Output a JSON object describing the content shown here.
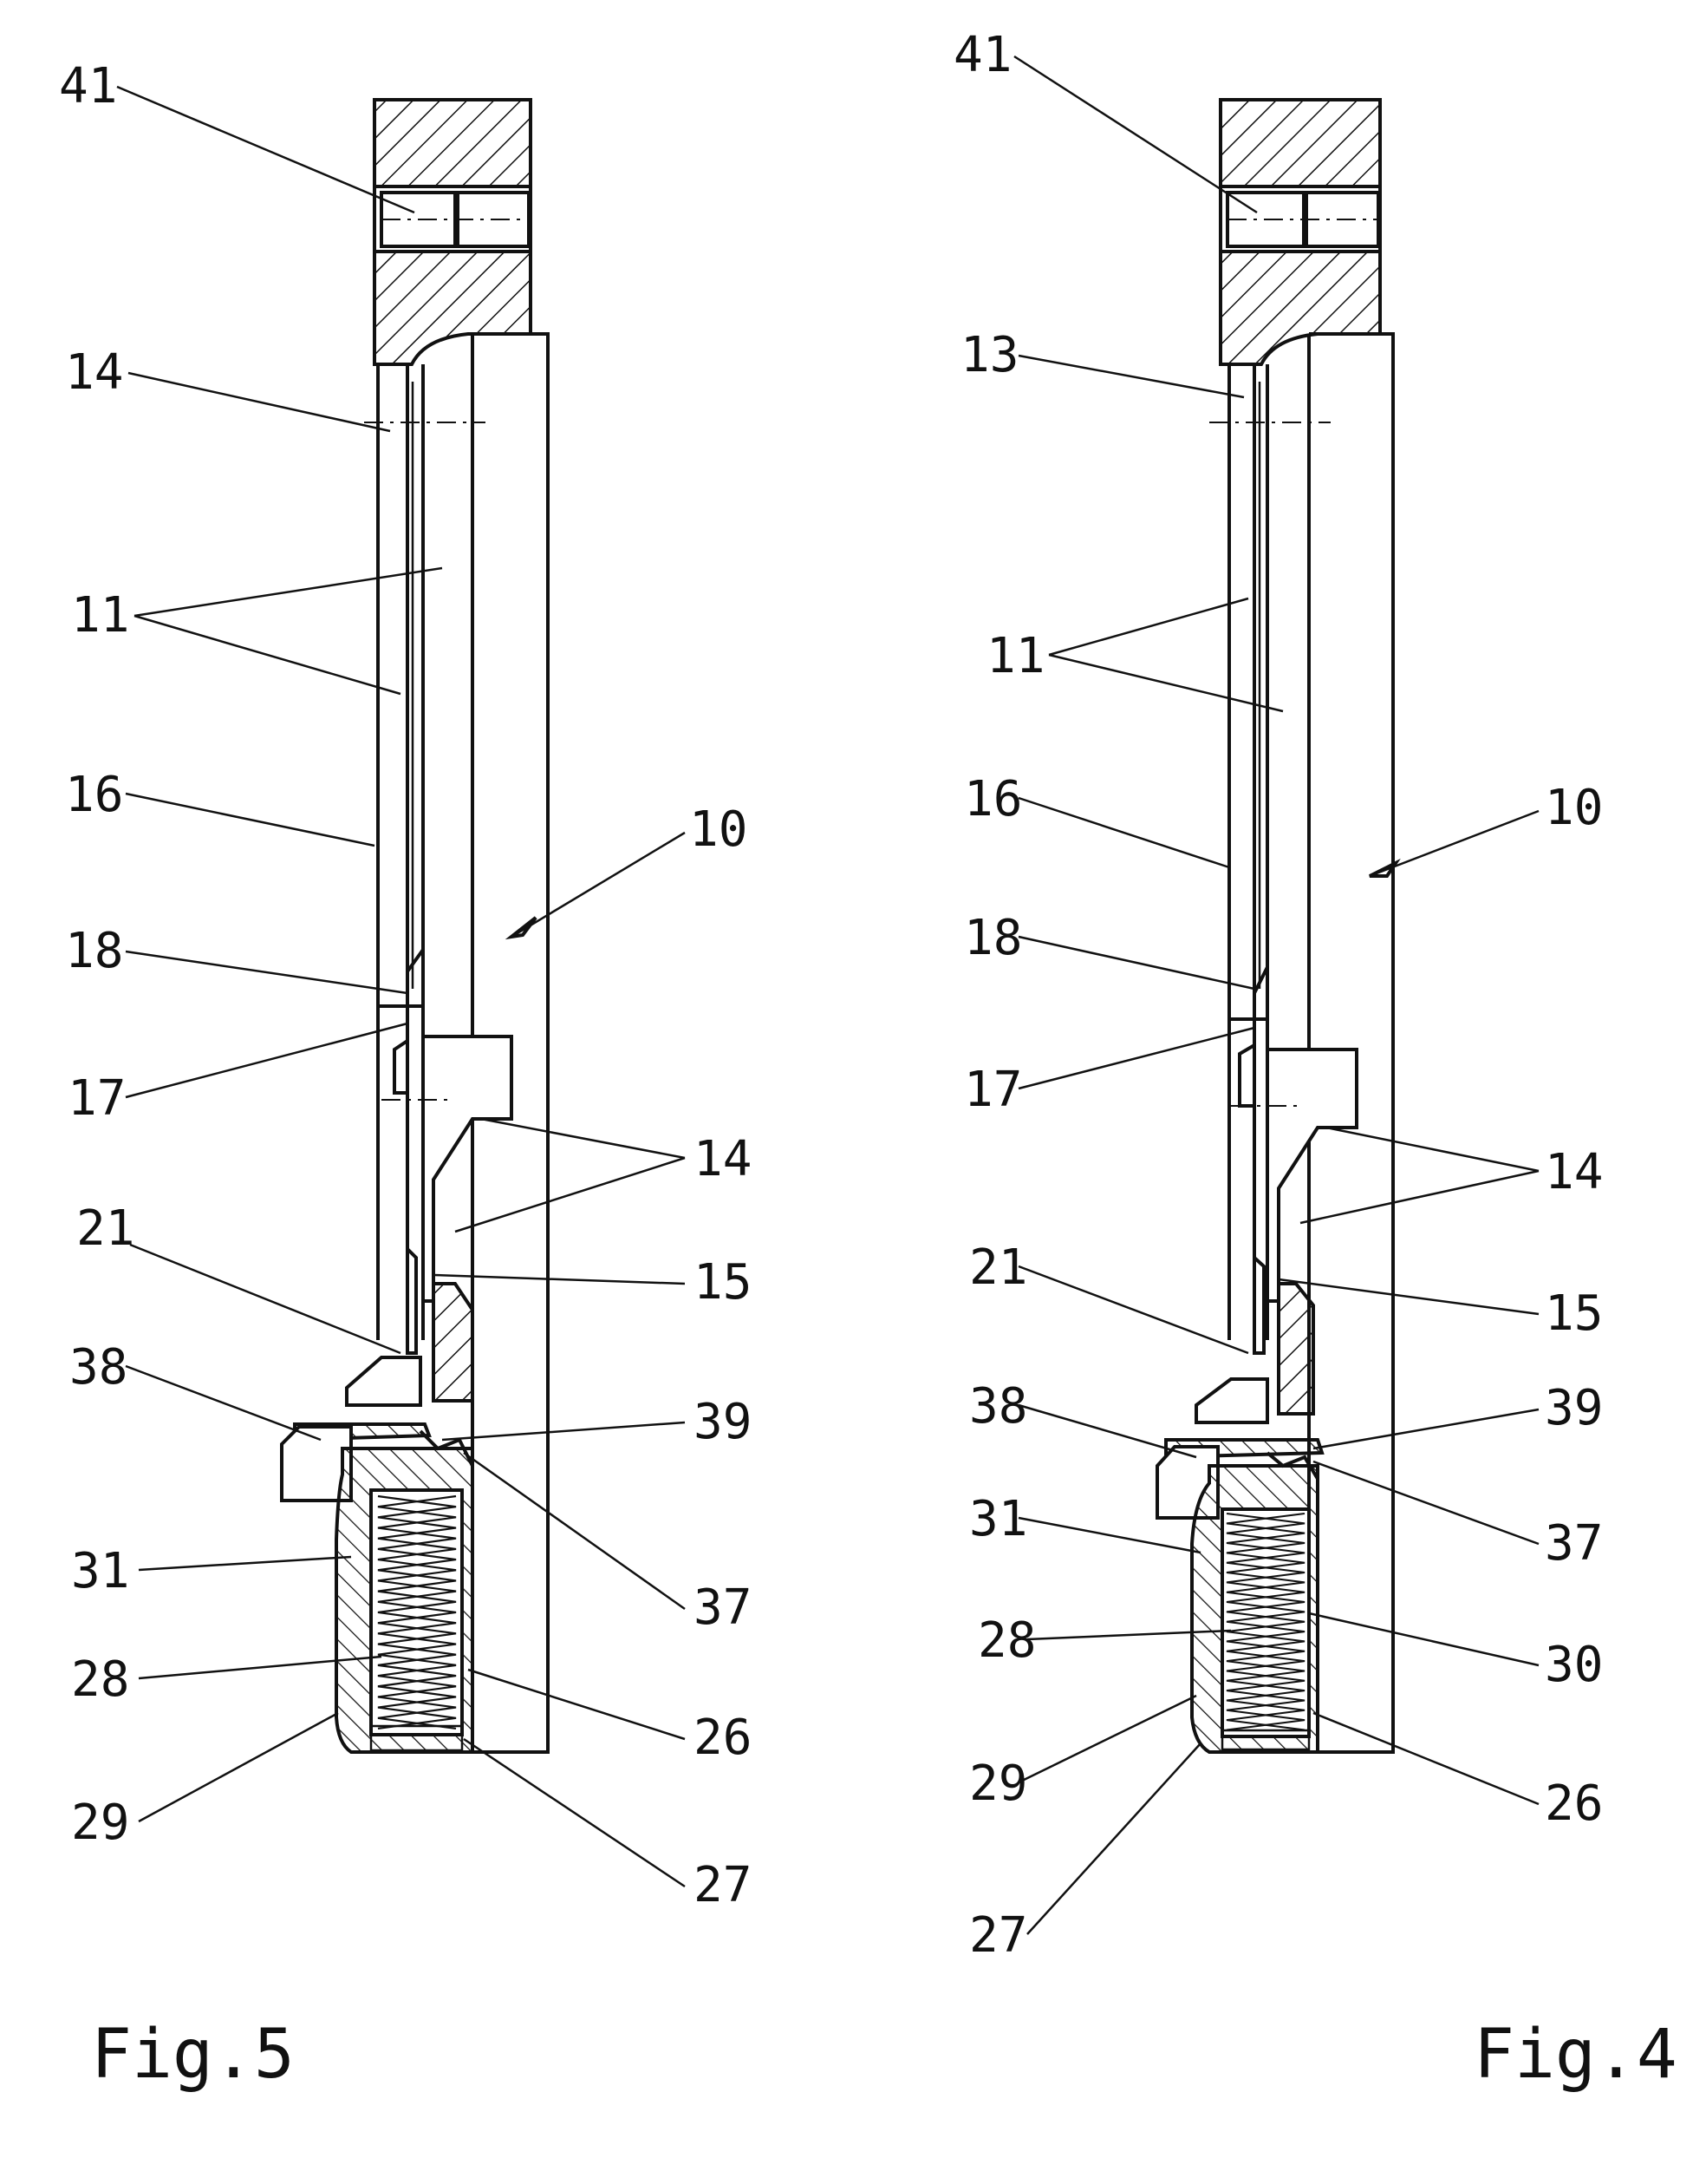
{
  "figures": [
    {
      "caption": "Fig.5",
      "labels": {
        "l41": "41",
        "l14a": "14",
        "l11": "11",
        "l16": "16",
        "l10": "10",
        "l18": "18",
        "l17": "17",
        "l14b": "14",
        "l21": "21",
        "l15": "15",
        "l38": "38",
        "l39": "39",
        "l31": "31",
        "l37": "37",
        "l28": "28",
        "l26": "26",
        "l29": "29",
        "l27": "27"
      }
    },
    {
      "caption": "Fig.4",
      "labels": {
        "l41": "41",
        "l13": "13",
        "l11": "11",
        "l16": "16",
        "l10": "10",
        "l18": "18",
        "l17": "17",
        "l14": "14",
        "l21": "21",
        "l15": "15",
        "l38": "38",
        "l39": "39",
        "l31": "31",
        "l37": "37",
        "l28": "28",
        "l30": "30",
        "l29": "29",
        "l26": "26",
        "l27": "27"
      }
    }
  ]
}
